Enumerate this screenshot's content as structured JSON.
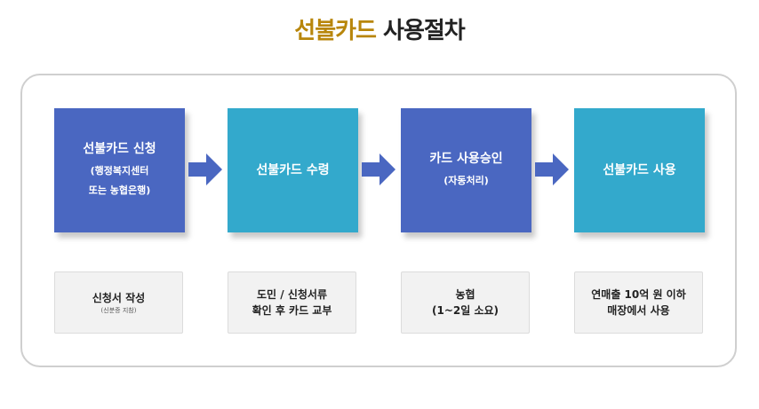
{
  "title": {
    "accent": "선불카드",
    "rest": " 사용절차"
  },
  "steps": [
    {
      "main": "선불카드 신청",
      "sub": [
        "(행정복지센터",
        "또는 농협은행)"
      ]
    },
    {
      "main": "선불카드 수령",
      "sub": []
    },
    {
      "main": "카드 사용승인",
      "sub": [
        "(자동처리)"
      ]
    },
    {
      "main": "선불카드 사용",
      "sub": []
    }
  ],
  "notes": [
    {
      "lines": [
        "신청서 작성"
      ],
      "small": "(신분증 지참)"
    },
    {
      "lines": [
        "도민 / 신청서류",
        "확인 후 카드 교부"
      ],
      "small": ""
    },
    {
      "lines": [
        "농협",
        "(1~2일 소요)"
      ],
      "small": ""
    },
    {
      "lines": [
        "연매출 10억 원 이하",
        "매장에서 사용"
      ],
      "small": ""
    }
  ],
  "colors": {
    "accent": "#b8860b",
    "step_blue": "#4a67c1",
    "step_teal": "#33a9cc",
    "arrow": "#4a67c1"
  }
}
